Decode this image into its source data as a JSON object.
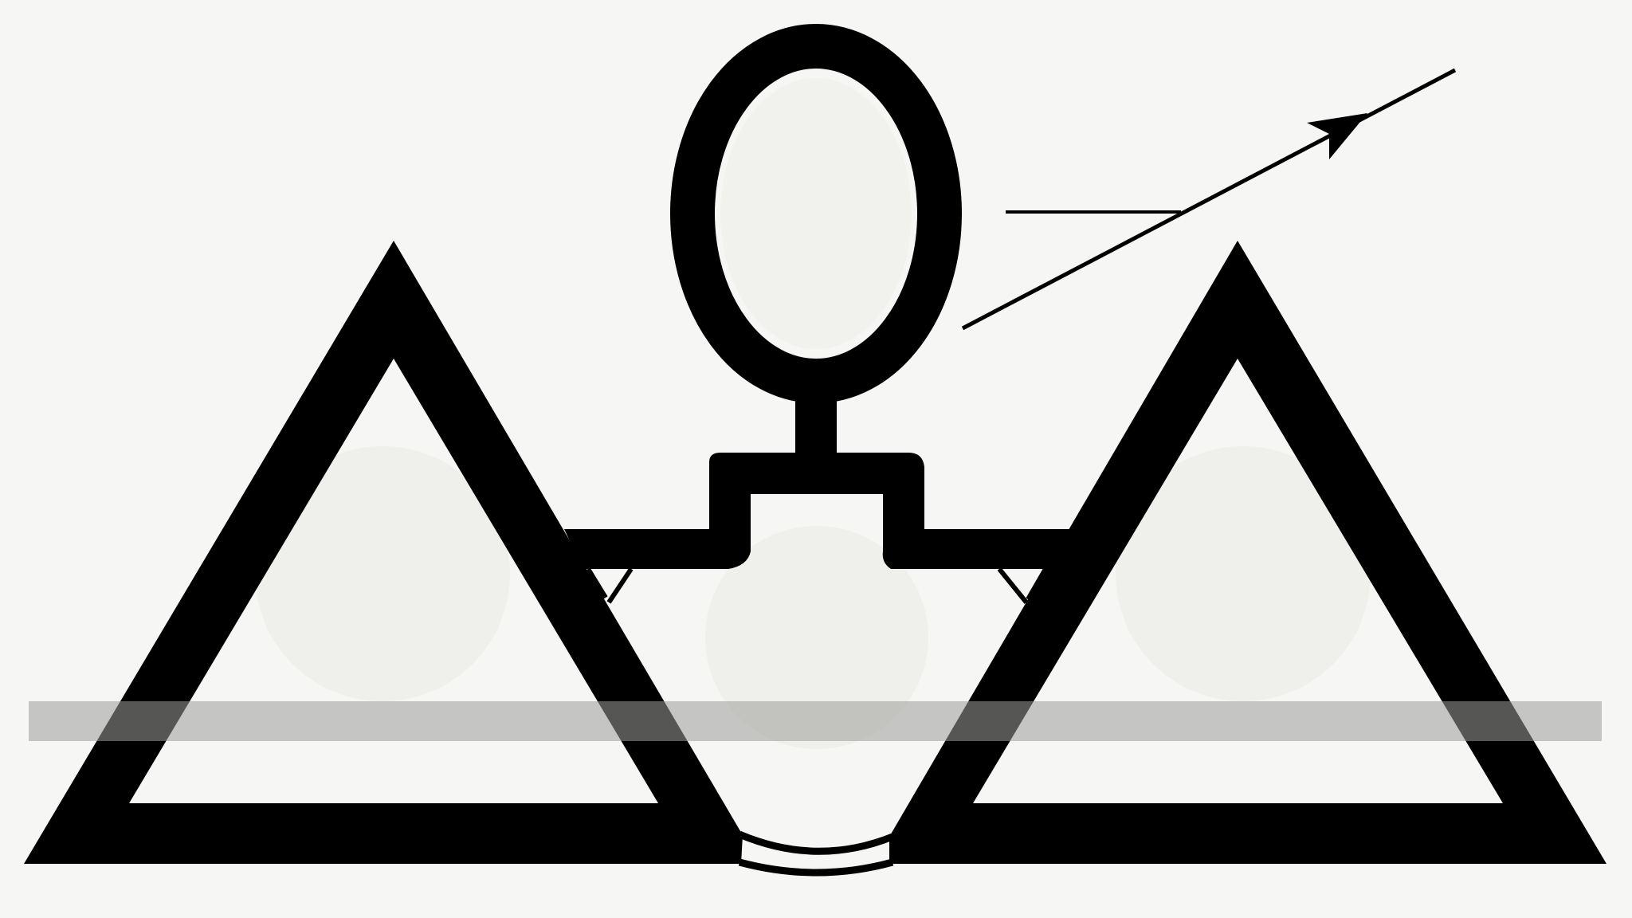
{
  "canvas": {
    "background": "#f6f6f4",
    "ink": "#000000",
    "band_color": "#b4b4b1"
  },
  "diagram": {
    "elements": [
      {
        "id": "circle-node",
        "kind": "ring"
      },
      {
        "id": "stem",
        "kind": "connector"
      },
      {
        "id": "bracket",
        "kind": "connector"
      },
      {
        "id": "left-triangle",
        "kind": "triangle-outline"
      },
      {
        "id": "right-triangle",
        "kind": "triangle-outline"
      },
      {
        "id": "bottom-arc",
        "kind": "connector"
      },
      {
        "id": "pointer-arrow",
        "kind": "arrow"
      },
      {
        "id": "horizontal-band",
        "kind": "translucent-bar"
      }
    ]
  }
}
